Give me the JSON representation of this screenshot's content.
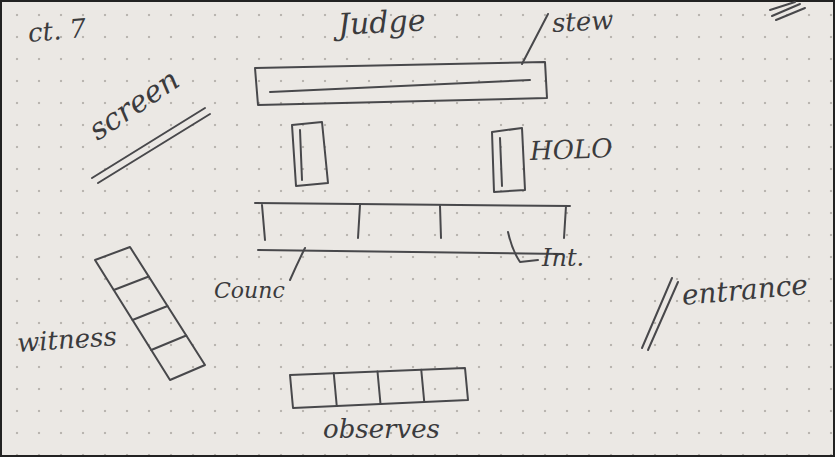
{
  "diagram": {
    "nodes": [
      {
        "text": [
          "Judge"
        ]
      },
      {
        "text": [
          "witness"
        ]
      },
      {
        "text": [
          "observes"
        ]
      }
    ],
    "labels": [
      "ct. 7",
      "screen",
      "stew",
      "HOLO",
      "Counc",
      "Int.",
      "entrance"
    ]
  }
}
